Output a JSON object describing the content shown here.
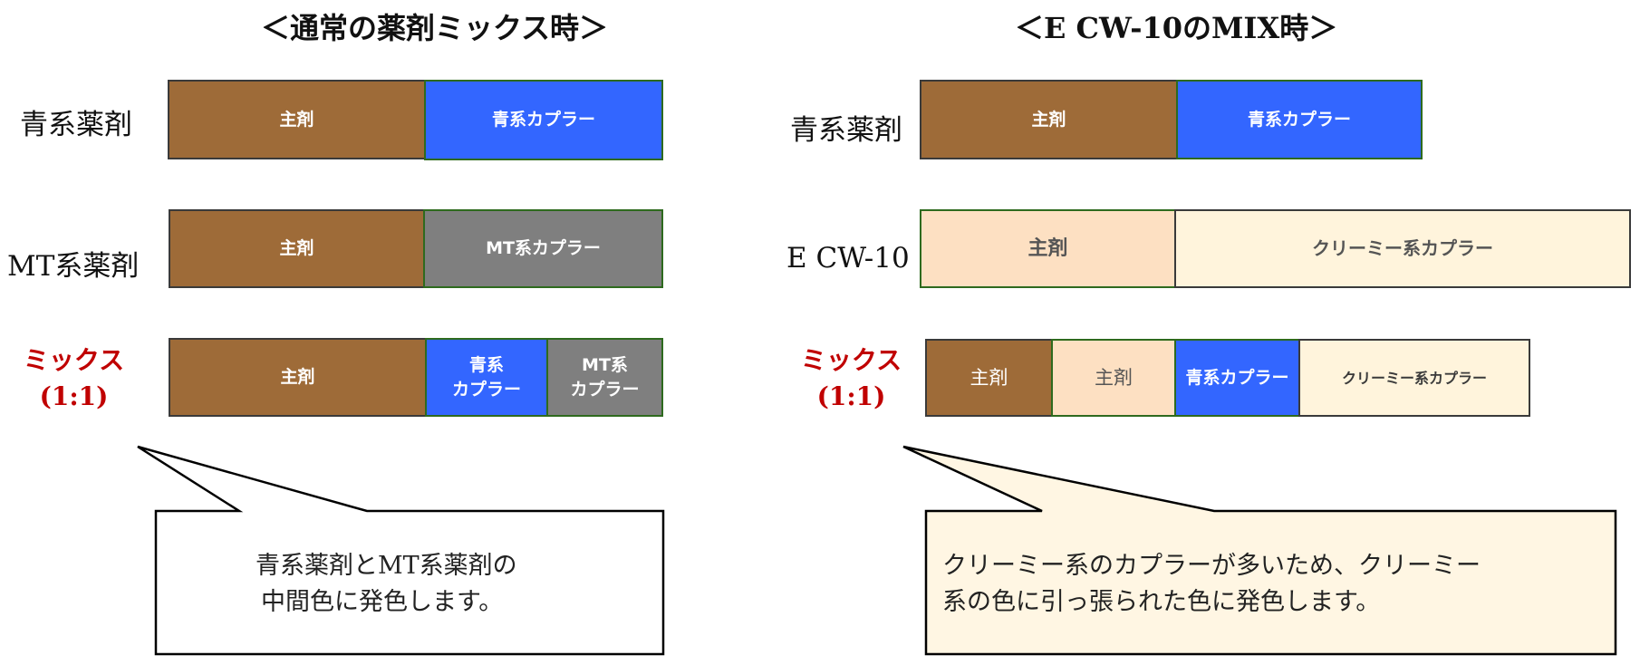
{
  "left": {
    "title": "＜通常の薬剤ミックス時＞",
    "rows": [
      {
        "label": "青系薬剤",
        "segments": [
          "主剤",
          "青系カプラー"
        ]
      },
      {
        "label": "MT系薬剤",
        "segments": [
          "主剤",
          "MT系カプラー"
        ]
      },
      {
        "label_line1": "ミックス",
        "label_line2": "(1:1)",
        "segments": [
          "主剤",
          "青系",
          "カプラー",
          "MT系",
          "カプラー"
        ]
      }
    ],
    "callout": {
      "line1": "青系薬剤とMT系薬剤の",
      "line2": "中間色に発色します。"
    }
  },
  "right": {
    "title": "＜E CW-10のMIX時＞",
    "rows": [
      {
        "label": "青系薬剤",
        "segments": [
          "主剤",
          "青系カプラー"
        ]
      },
      {
        "label": "E CW-10",
        "segments": [
          "主剤",
          "クリーミー系カプラー"
        ]
      },
      {
        "label_line1": "ミックス",
        "label_line2": "(1:1)",
        "segments": [
          "主剤",
          "主剤",
          "青系カプラー",
          "クリーミー系カプラー"
        ]
      }
    ],
    "callout": {
      "line1": "クリーミー系のカプラーが多いため、クリーミー",
      "line2": "系の色に引っ張られた色に発色します。"
    }
  },
  "colors": {
    "main_agent": "#9e6b38",
    "blue_coupler": "#3366ff",
    "mt_coupler": "#7f7f7f",
    "ecw_main_agent": "#fde0c2",
    "creamy_coupler": "#fff4dc",
    "callout_right_fill": "#fff6e3",
    "mix_label": "#c00000"
  }
}
